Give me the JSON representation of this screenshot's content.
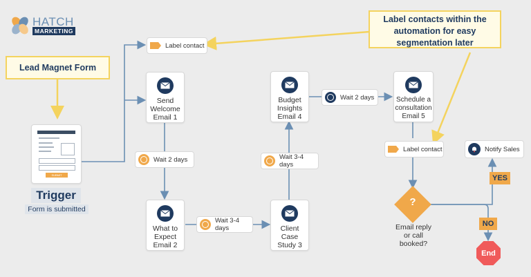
{
  "logo": {
    "line1": "HATCH",
    "line2": "MARKETING"
  },
  "callouts": {
    "lead_magnet": "Lead Magnet Form",
    "label_note": "Label contacts within the automation for easy segmentation later"
  },
  "trigger": {
    "title": "Trigger",
    "subtitle": "Form is submitted",
    "form_button": "SUBMIT"
  },
  "nodes": {
    "label_contact_1": "Label contact",
    "email1": "Send Welcome Email 1",
    "email2": "What to Expect Email 2",
    "email3": "Client Case Study 3",
    "email4": "Budget Insights Email 4",
    "email5": "Schedule a consultation Email 5",
    "label_contact_2": "Label contact",
    "notify_sales": "Notify Sales",
    "decision_symbol": "?",
    "decision_label": "Email reply or call booked?",
    "end": "End"
  },
  "waits": {
    "w1": "Wait 2 days",
    "w2": "Wait 3-4 days",
    "w3": "Wait 3-4 days",
    "w4": "Wait 2 days"
  },
  "branches": {
    "yes": "YES",
    "no": "NO"
  },
  "colors": {
    "navy": "#1f3a5f",
    "orange": "#f0a84a",
    "callout_border": "#f4d35e",
    "arrow": "#6b8fb3",
    "end_red": "#f05a5a"
  }
}
